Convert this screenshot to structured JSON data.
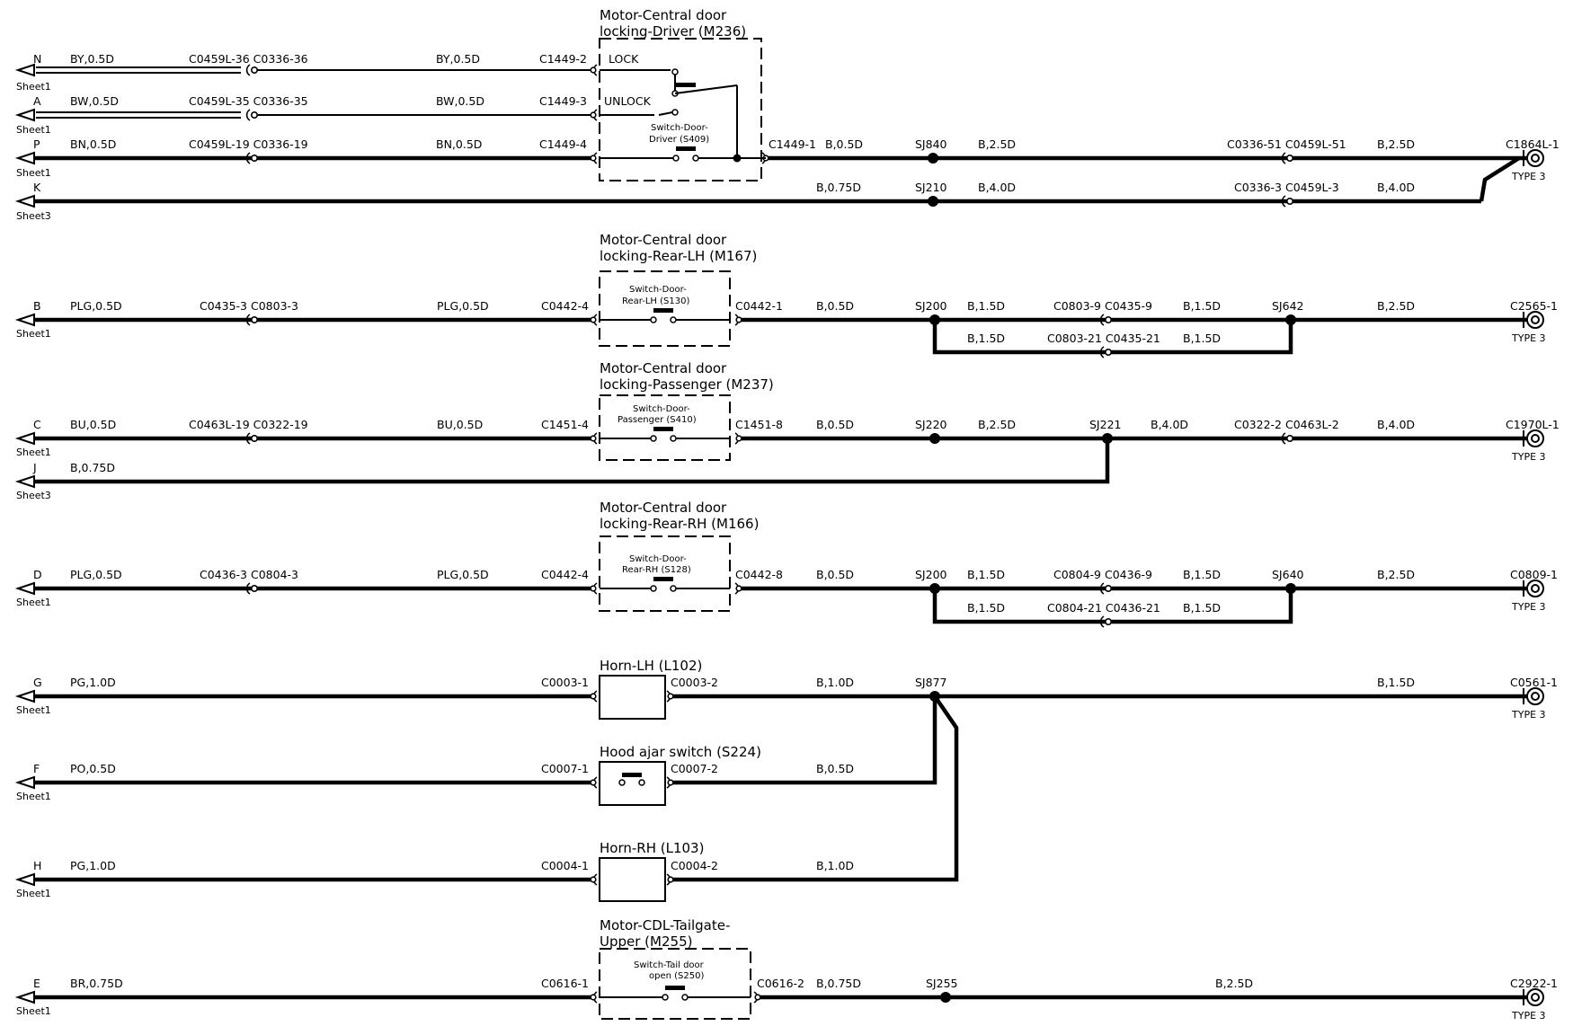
{
  "motor_driver": {
    "title_line1": "Motor-Central door",
    "title_line2": "locking-Driver (M236)",
    "lock_label": "LOCK",
    "unlock_label": "UNLOCK",
    "switch_line1": "Switch-Door-",
    "switch_line2": "Driver (S409)"
  },
  "motor_rear_lh": {
    "title_line1": "Motor-Central door",
    "title_line2": "locking-Rear-LH (M167)",
    "switch_line1": "Switch-Door-",
    "switch_line2": "Rear-LH (S130)"
  },
  "motor_passenger": {
    "title_line1": "Motor-Central door",
    "title_line2": "locking-Passenger (M237)",
    "switch_line1": "Switch-Door-",
    "switch_line2": "Passenger (S410)"
  },
  "motor_rear_rh": {
    "title_line1": "Motor-Central door",
    "title_line2": "locking-Rear-RH (M166)",
    "switch_line1": "Switch-Door-",
    "switch_line2": "Rear-RH (S128)"
  },
  "horn_lh": {
    "title": "Horn-LH (L102)"
  },
  "hood_switch": {
    "title": "Hood ajar switch (S224)"
  },
  "horn_rh": {
    "title": "Horn-RH (L103)"
  },
  "motor_tailgate": {
    "title_line1": "Motor-CDL-Tailgate-",
    "title_line2": "Upper (M255)",
    "switch_line1": "Switch-Tail door",
    "switch_line2": "open (S250)"
  },
  "rows": {
    "n": {
      "letter": "N",
      "sheet": "Sheet1",
      "wire_left": "BY,0.5D",
      "conn_left": "C0459L-36 C0336-36",
      "wire_mid": "BY,0.5D",
      "pin": "C1449-2"
    },
    "a": {
      "letter": "A",
      "sheet": "Sheet1",
      "wire_left": "BW,0.5D",
      "conn_left": "C0459L-35 C0336-35",
      "wire_mid": "BW,0.5D",
      "pin": "C1449-3"
    },
    "p": {
      "letter": "P",
      "sheet": "Sheet1",
      "wire_left": "BN,0.5D",
      "conn_left": "C0459L-19 C0336-19",
      "wire_mid": "BN,0.5D",
      "pin": "C1449-4",
      "pin_out": "C1449-1",
      "wire_out": "B,0.5D",
      "splice": "SJ840",
      "wire_after_splice": "B,2.5D",
      "conn_right": "C0336-51 C0459L-51",
      "wire_right": "B,2.5D",
      "ground": "C1864L-1",
      "ground_type": "TYPE 3"
    },
    "k": {
      "letter": "K",
      "sheet": "Sheet3",
      "wire_out": "B,0.75D",
      "splice": "SJ210",
      "wire_after_splice": "B,4.0D",
      "conn_right": "C0336-3 C0459L-3",
      "wire_right": "B,4.0D"
    },
    "b": {
      "letter": "B",
      "sheet": "Sheet1",
      "wire_left": "PLG,0.5D",
      "conn_left": "C0435-3 C0803-3",
      "wire_mid": "PLG,0.5D",
      "pin": "C0442-4",
      "pin_out": "C0442-1",
      "wire_out": "B,0.5D",
      "splice": "SJ200",
      "wire_a": "B,1.5D",
      "conn_a": "C0803-9 C0435-9",
      "wire_b": "B,1.5D",
      "splice2": "SJ642",
      "wire_right": "B,2.5D",
      "ground": "C2565-1",
      "ground_type": "TYPE 3",
      "wire_a2": "B,1.5D",
      "conn_a2": "C0803-21 C0435-21",
      "wire_b2": "B,1.5D"
    },
    "c": {
      "letter": "C",
      "sheet": "Sheet1",
      "wire_left": "BU,0.5D",
      "conn_left": "C0463L-19 C0322-19",
      "wire_mid": "BU,0.5D",
      "pin": "C1451-4",
      "pin_out": "C1451-8",
      "wire_out": "B,0.5D",
      "splice": "SJ220",
      "wire_after_splice": "B,2.5D",
      "splice2": "SJ221",
      "wire_after_splice2": "B,4.0D",
      "conn_right": "C0322-2 C0463L-2",
      "wire_right": "B,4.0D",
      "ground": "C1970L-1",
      "ground_type": "TYPE 3"
    },
    "j": {
      "letter": "J",
      "sheet": "Sheet3",
      "wire_left": "B,0.75D"
    },
    "d": {
      "letter": "D",
      "sheet": "Sheet1",
      "wire_left": "PLG,0.5D",
      "conn_left": "C0436-3 C0804-3",
      "wire_mid": "PLG,0.5D",
      "pin": "C0442-4",
      "pin_out": "C0442-8",
      "wire_out": "B,0.5D",
      "splice": "SJ200",
      "wire_a": "B,1.5D",
      "conn_a": "C0804-9 C0436-9",
      "wire_b": "B,1.5D",
      "splice2": "SJ640",
      "wire_right": "B,2.5D",
      "ground": "C0809-1",
      "ground_type": "TYPE 3",
      "wire_a2": "B,1.5D",
      "conn_a2": "C0804-21 C0436-21",
      "wire_b2": "B,1.5D"
    },
    "g": {
      "letter": "G",
      "sheet": "Sheet1",
      "wire_left": "PG,1.0D",
      "pin": "C0003-1",
      "pin_out": "C0003-2",
      "wire_out": "B,1.0D",
      "splice": "SJ877",
      "wire_right": "B,1.5D",
      "ground": "C0561-1",
      "ground_type": "TYPE 3"
    },
    "f": {
      "letter": "F",
      "sheet": "Sheet1",
      "wire_left": "PO,0.5D",
      "pin": "C0007-1",
      "pin_out": "C0007-2",
      "wire_out": "B,0.5D"
    },
    "h": {
      "letter": "H",
      "sheet": "Sheet1",
      "wire_left": "PG,1.0D",
      "pin": "C0004-1",
      "pin_out": "C0004-2",
      "wire_out": "B,1.0D"
    },
    "e": {
      "letter": "E",
      "sheet": "Sheet1",
      "wire_left": "BR,0.75D",
      "pin": "C0616-1",
      "pin_out": "C0616-2",
      "wire_out": "B,0.75D",
      "splice": "SJ255",
      "wire_right": "B,2.5D",
      "ground": "C2922-1",
      "ground_type": "TYPE 3"
    }
  }
}
